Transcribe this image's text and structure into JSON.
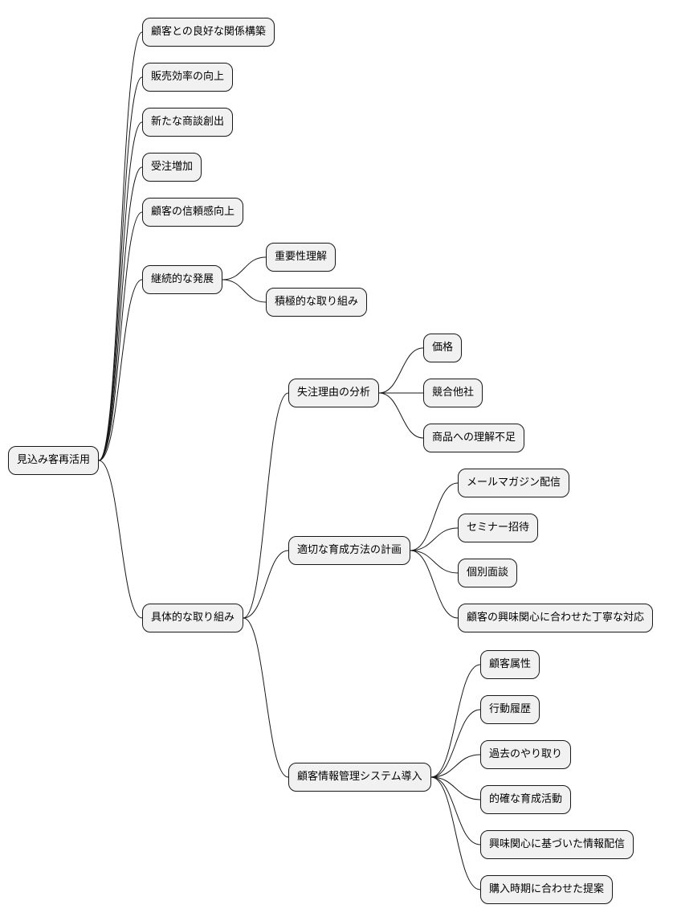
{
  "mindmap": {
    "root": {
      "label": "見込み客再活用",
      "children": [
        {
          "label": "顧客との良好な関係構築"
        },
        {
          "label": "販売効率の向上"
        },
        {
          "label": "新たな商談創出"
        },
        {
          "label": "受注増加"
        },
        {
          "label": "顧客の信頼感向上"
        },
        {
          "label": "継続的な発展",
          "children": [
            {
              "label": "重要性理解"
            },
            {
              "label": "積極的な取り組み"
            }
          ]
        },
        {
          "label": "具体的な取り組み",
          "children": [
            {
              "label": "失注理由の分析",
              "children": [
                {
                  "label": "価格"
                },
                {
                  "label": "競合他社"
                },
                {
                  "label": "商品への理解不足"
                }
              ]
            },
            {
              "label": "適切な育成方法の計画",
              "children": [
                {
                  "label": "メールマガジン配信"
                },
                {
                  "label": "セミナー招待"
                },
                {
                  "label": "個別面談"
                },
                {
                  "label": "顧客の興味関心に合わせた丁寧な対応"
                }
              ]
            },
            {
              "label": "顧客情報管理システム導入",
              "children": [
                {
                  "label": "顧客属性"
                },
                {
                  "label": "行動履歴"
                },
                {
                  "label": "過去のやり取り"
                },
                {
                  "label": "的確な育成活動"
                },
                {
                  "label": "興味関心に基づいた情報配信"
                },
                {
                  "label": "購入時期に合わせた提案"
                }
              ]
            }
          ]
        }
      ]
    }
  },
  "colors": {
    "node_fill": "#f1f1f1",
    "node_border": "#181818",
    "line": "#181818",
    "background": "#ffffff"
  }
}
